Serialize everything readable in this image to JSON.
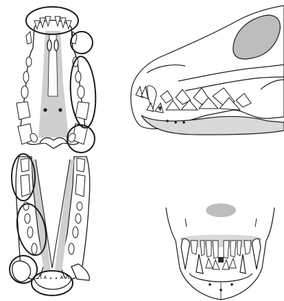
{
  "figure": {
    "views": [
      {
        "id": "dorsal",
        "region_groups": [
          "upper-incisors",
          "upper-canine",
          "upper-premolars",
          "upper-carnassial",
          "lower-canine",
          "lower-premolars",
          "lower-molars",
          "lower-incisors"
        ]
      },
      {
        "id": "lateral",
        "subject": "canine-skull-left-lateral"
      },
      {
        "id": "frontal",
        "subject": "canine-skull-rostral"
      }
    ],
    "colors": {
      "outline": "#1a1a1a",
      "bone": "#ffffff",
      "shading": "#c8c8c8",
      "dark": "#2a2a2a"
    }
  }
}
